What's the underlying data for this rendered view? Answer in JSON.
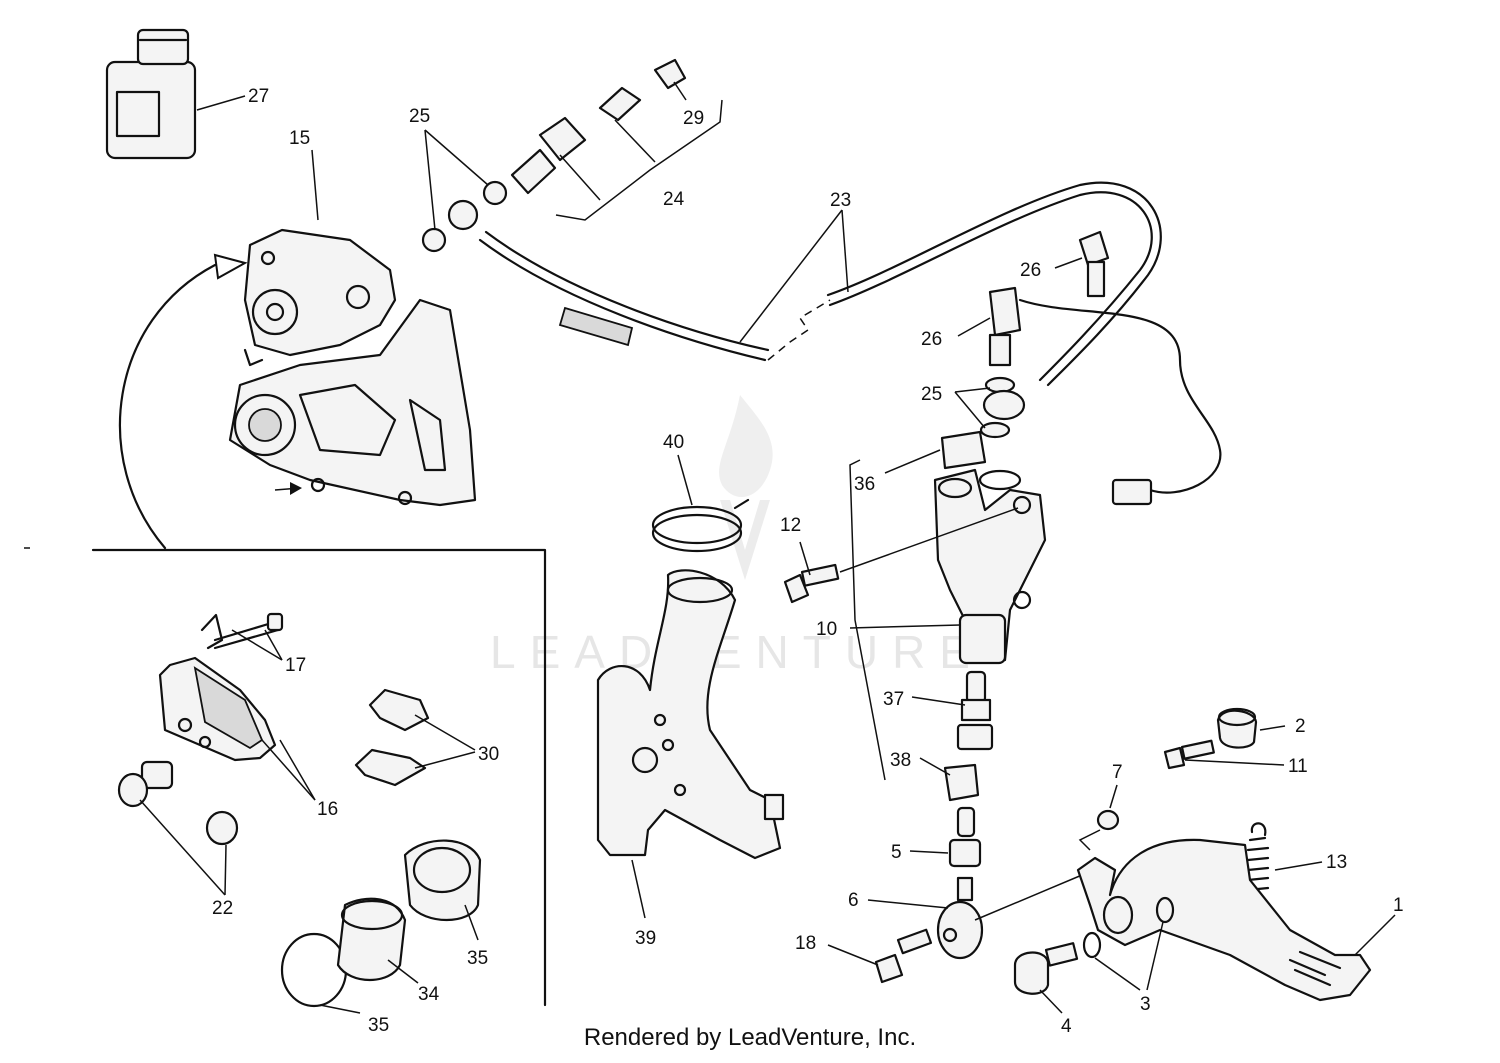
{
  "watermark": {
    "text": "LEADVENTURE"
  },
  "callouts": {
    "c1": "1",
    "c2": "2",
    "c3": "3",
    "c4": "4",
    "c5": "5",
    "c6": "6",
    "c7": "7",
    "c10": "10",
    "c11": "11",
    "c12": "12",
    "c13": "13",
    "c15": "15",
    "c16": "16",
    "c17": "17",
    "c18": "18",
    "c22": "22",
    "c23": "23",
    "c24": "24",
    "c25a": "25",
    "c25b": "25",
    "c26a": "26",
    "c26b": "26",
    "c27": "27",
    "c29": "29",
    "c30": "30",
    "c34": "34",
    "c35a": "35",
    "c35b": "35",
    "c36": "36",
    "c37": "37",
    "c38": "38",
    "c39": "39",
    "c40": "40"
  },
  "footer": {
    "credit": "Rendered by LeadVenture, Inc."
  }
}
